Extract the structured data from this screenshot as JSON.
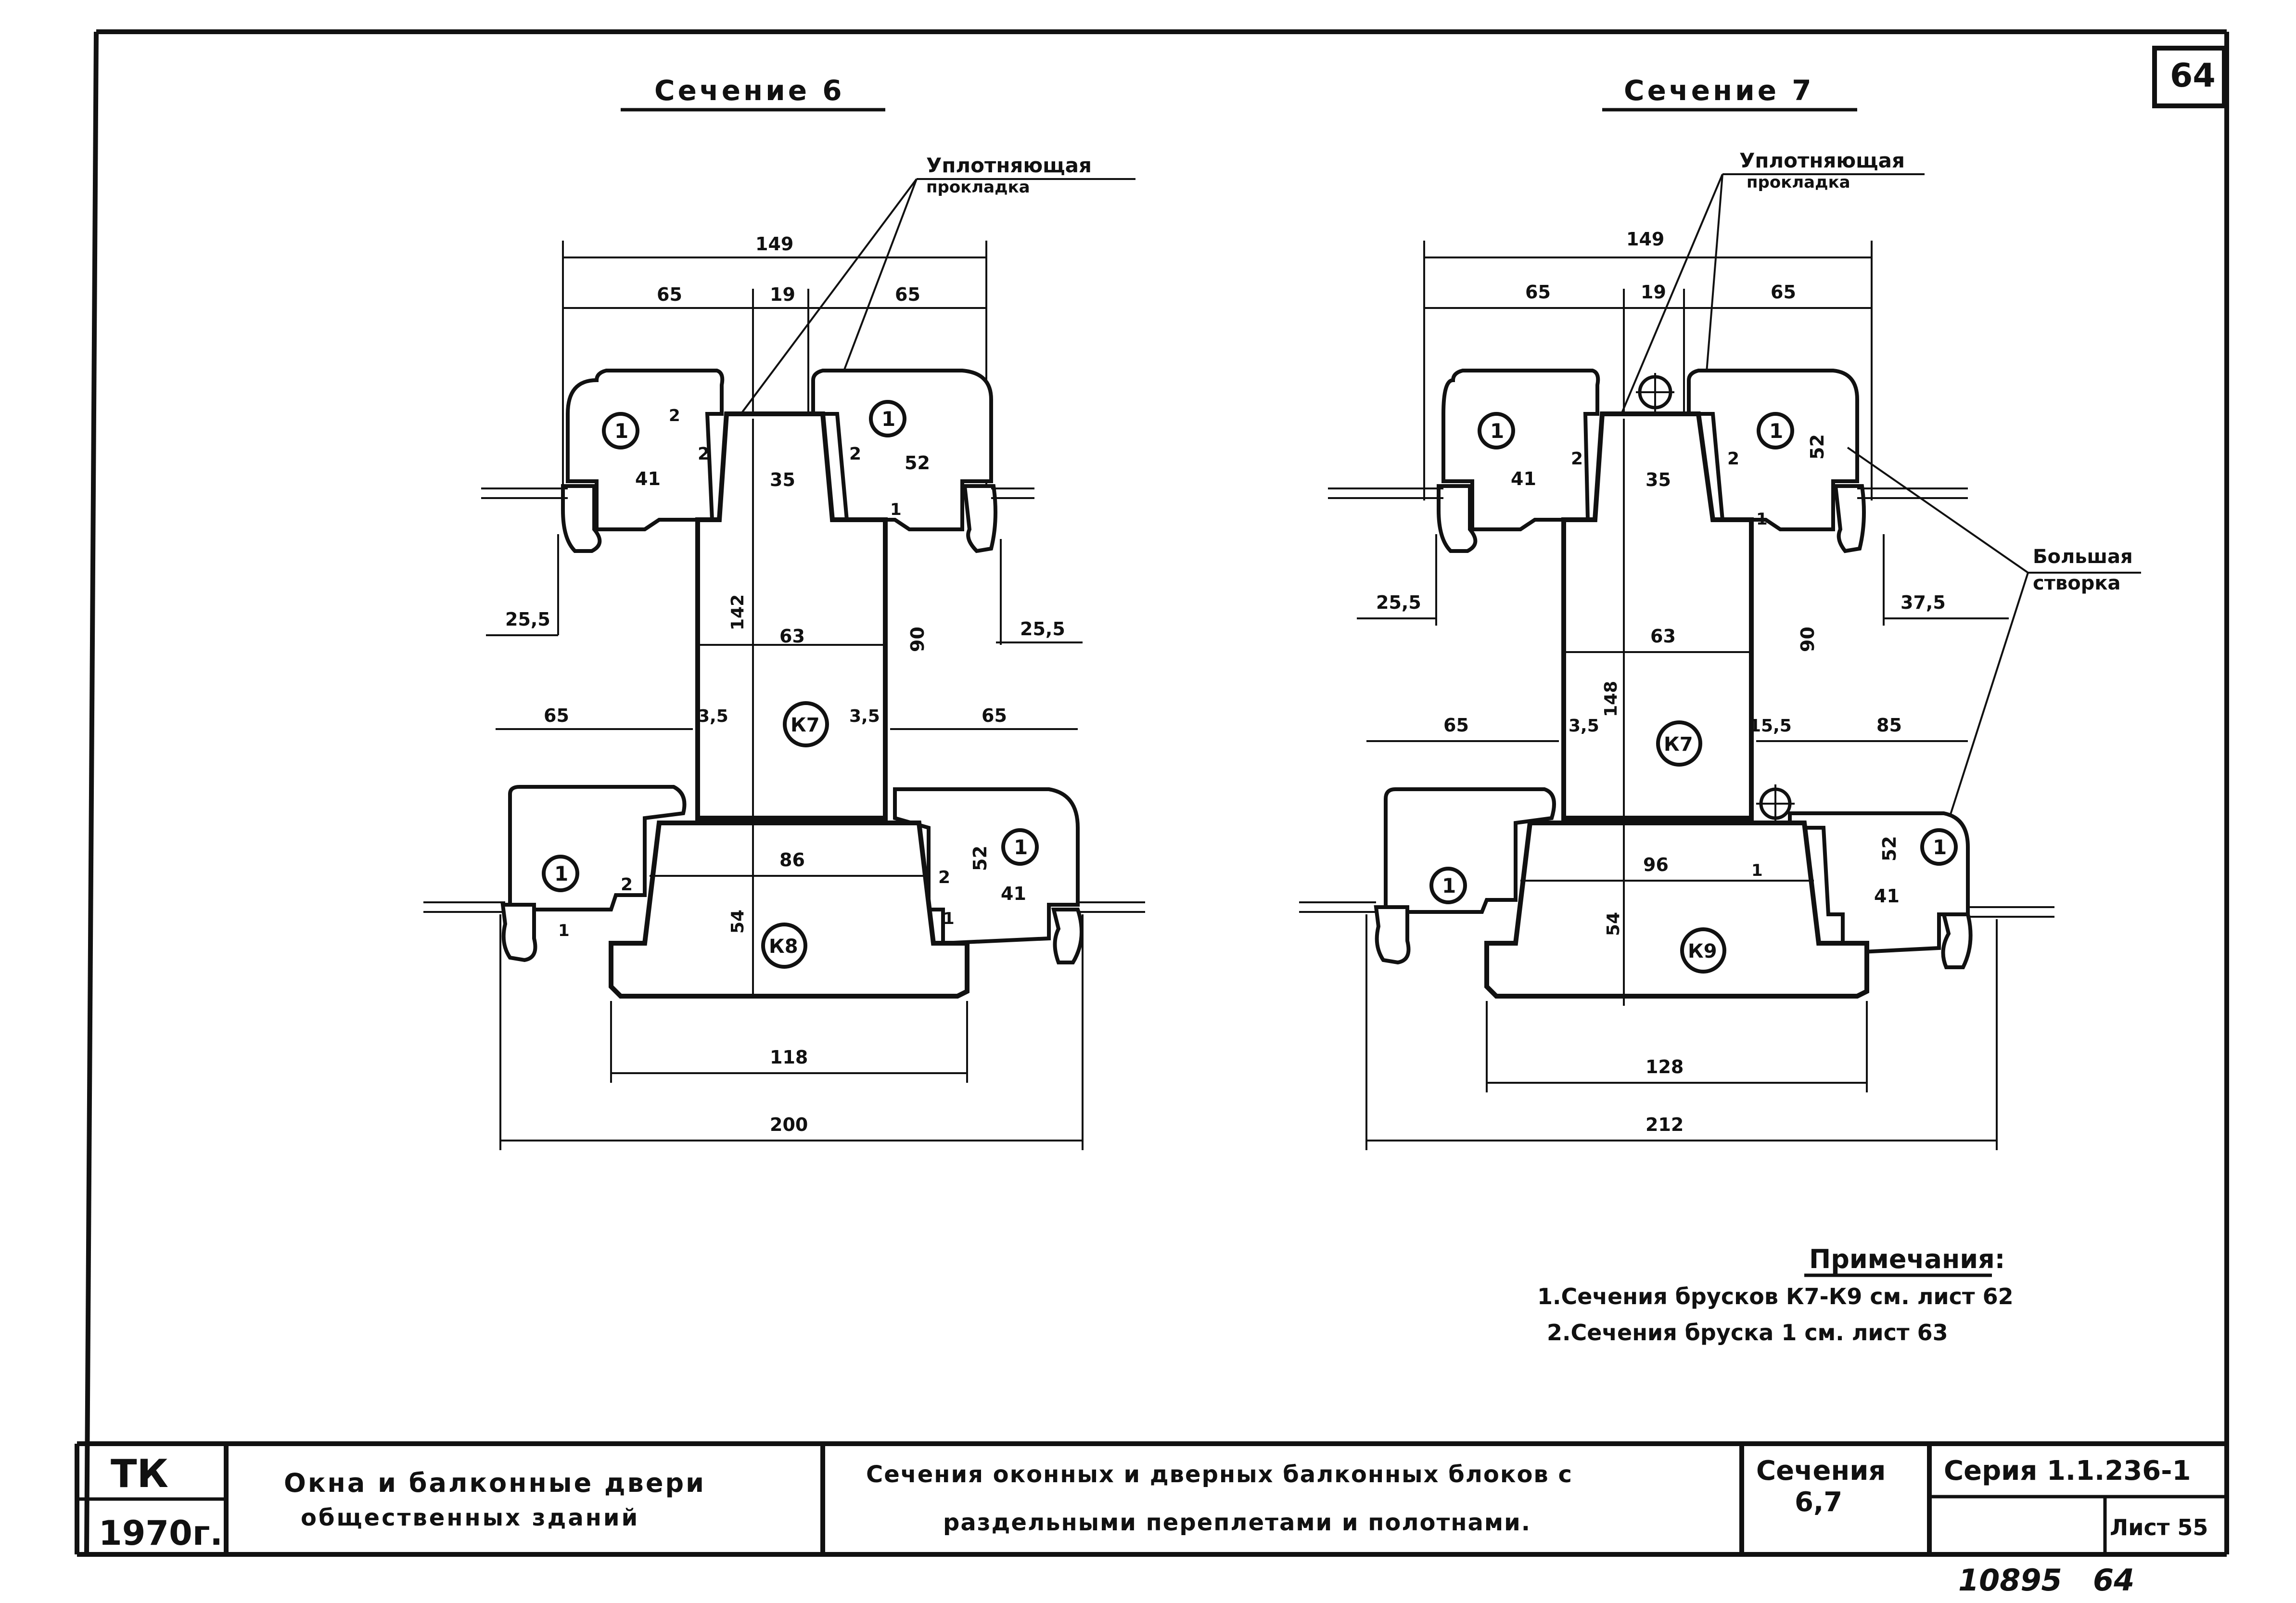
{
  "sheet": {
    "sheet_corner_number": "64",
    "bottom_handwritten_left": "10895",
    "bottom_handwritten_right": "64"
  },
  "section6": {
    "title": "Сечение 6",
    "seal_label_line1": "Уплотняющая",
    "seal_label_line2": "прокладка",
    "dim_total_top": "149",
    "dim_left_top": "65",
    "dim_mid_top": "19",
    "dim_right_top": "65",
    "dim_gap_left": "2",
    "dim_gap_right": "2",
    "dim_small_left": "2",
    "dim_41_left": "41",
    "dim_35": "35",
    "dim_52_right": "52",
    "dim_1_right": "1",
    "dim_25_5_left": "25,5",
    "dim_25_5_right": "25,5",
    "dim_142": "142",
    "dim_63": "63",
    "dim_90": "90",
    "dim_65_left_mid": "65",
    "dim_3_5_left": "3,5",
    "dim_3_5_right": "3,5",
    "dim_65_right_mid": "65",
    "core_top_label": "К7",
    "dim_86": "86",
    "dim_52_lower": "52",
    "dim_54": "54",
    "dim_2_lower_left": "2",
    "dim_2_lower_right": "2",
    "dim_41_lower": "41",
    "dim_1_lower": "1",
    "dim_1_lower_left": "1",
    "core_bottom_label": "К8",
    "part_label": "1",
    "dim_118": "118",
    "dim_200": "200"
  },
  "section7": {
    "title": "Сечение 7",
    "seal_label_line1": "Уплотняющая",
    "seal_label_line2": "прокладка",
    "dim_total_top": "149",
    "dim_left_top": "65",
    "dim_mid_top": "19",
    "dim_right_top": "65",
    "dim_41_left": "41",
    "dim_2_left": "2",
    "dim_35": "35",
    "dim_2_right": "2",
    "dim_52_right": "52",
    "dim_1_right": "1",
    "big_sash_line1": "Большая",
    "big_sash_line2": "створка",
    "dim_25_5_left": "25,5",
    "dim_37_5_right": "37,5",
    "dim_148": "148",
    "dim_63": "63",
    "dim_90": "90",
    "dim_65_left_mid": "65",
    "dim_3_5_left": "3,5",
    "dim_15_5_right": "15,5",
    "dim_85_right": "85",
    "core_top_label": "К7",
    "dim_96": "96",
    "dim_52_lower": "52",
    "dim_54": "54",
    "dim_41_lower": "41",
    "dim_1_lower": "1",
    "core_bottom_label": "К9",
    "part_label": "1",
    "dim_128": "128",
    "dim_212": "212"
  },
  "notes": {
    "heading": "Примечания:",
    "line1": "1.Сечения брусков К7-К9 см. лист 62",
    "line2": "2.Сечения бруска 1 см. лист 63"
  },
  "title_block": {
    "org": "ТК",
    "year": "1970г.",
    "project_line1": "Окна и балконные двери",
    "project_line2": "общественных зданий",
    "drawing_line1": "Сечения оконных и дверных балконных блоков с",
    "drawing_line2": "раздельными переплетами и полотнами.",
    "section_label": "Сечения",
    "section_numbers": "6,7",
    "series_label": "Серия 1.1.236-1",
    "sheet_label": "Лист 55"
  }
}
